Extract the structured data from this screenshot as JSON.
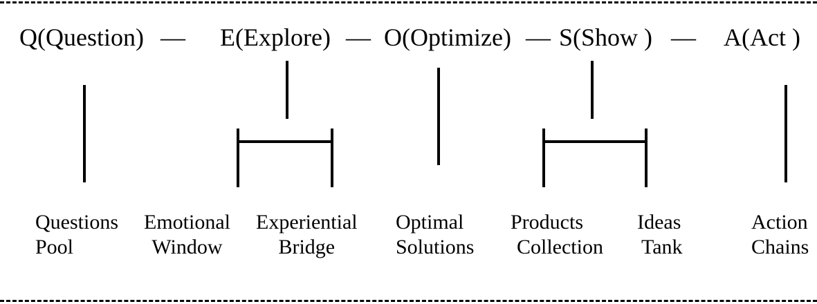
{
  "stages": {
    "q": {
      "label": "Q(Question)"
    },
    "e": {
      "label": "E(Explore)"
    },
    "o": {
      "label": "O(Optimize)"
    },
    "s": {
      "label": "S(Show )"
    },
    "a": {
      "label": "A(Act )"
    }
  },
  "separator": "—",
  "leaves": {
    "questions_pool": {
      "line1": "Questions",
      "line2": "Pool"
    },
    "emotional_window": {
      "line1": "Emotional",
      "line2": "Window"
    },
    "experiential_bridge": {
      "line1": "Experiential",
      "line2": "Bridge"
    },
    "optimal_solutions": {
      "line1": "Optimal",
      "line2": "Solutions"
    },
    "products_collection": {
      "line1": "Products",
      "line2": "Collection"
    },
    "ideas_tank": {
      "line1": "Ideas",
      "line2": "Tank"
    },
    "action_chains": {
      "line1": "Action",
      "line2": "Chains"
    }
  }
}
